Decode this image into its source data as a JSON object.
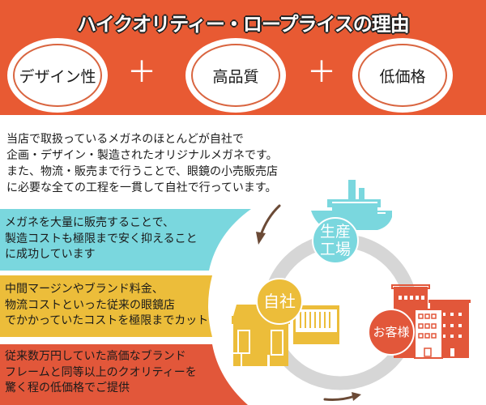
{
  "header": {
    "title": "ハイクオリティー・ロープライスの理由",
    "background_color": "#e85a33",
    "pillars": [
      {
        "label": "デザイン性"
      },
      {
        "label": "高品質"
      },
      {
        "label": "低価格"
      }
    ],
    "plus_symbol": "＋"
  },
  "intro": {
    "lines": [
      "当店で取扱っているメガネのほとんどが自社で",
      "企画・デザイン・製造されたオリジナルメガネです。",
      "また、物流・販売まで行うことで、眼鏡の小売販売店",
      "に必要な全ての工程を一貫して自社で行っています。"
    ]
  },
  "banners": [
    {
      "color": "#7ad7de",
      "lines": [
        "メガネを大量に販売することで、",
        "製造コストも極限まで安く抑えること",
        "に成功しています"
      ]
    },
    {
      "color": "#ecbd3a",
      "lines": [
        "中間マージンやブランド料金、",
        "物流コストといった従来の眼鏡店",
        "でかかっていたコストを極限までカット"
      ]
    },
    {
      "color": "#e2573a",
      "lines": [
        "従来数万円していた高価なブランド",
        "フレームと同等以上のクオリティーを",
        "驚く程の低価格でご提供"
      ]
    }
  ],
  "cycle": {
    "ring_color": "#d6d6d6",
    "arrow_color": "#6b4a36",
    "nodes": [
      {
        "label_line1": "生産",
        "label_line2": "工場",
        "icon": "ship-icon",
        "color": "#7ad7de"
      },
      {
        "label_line1": "自社",
        "label_line2": "",
        "icon": "store-icon",
        "color": "#ecbd3a"
      },
      {
        "label_line1": "お客様",
        "label_line2": "",
        "icon": "buildings-icon",
        "color": "#e2573a"
      }
    ]
  }
}
